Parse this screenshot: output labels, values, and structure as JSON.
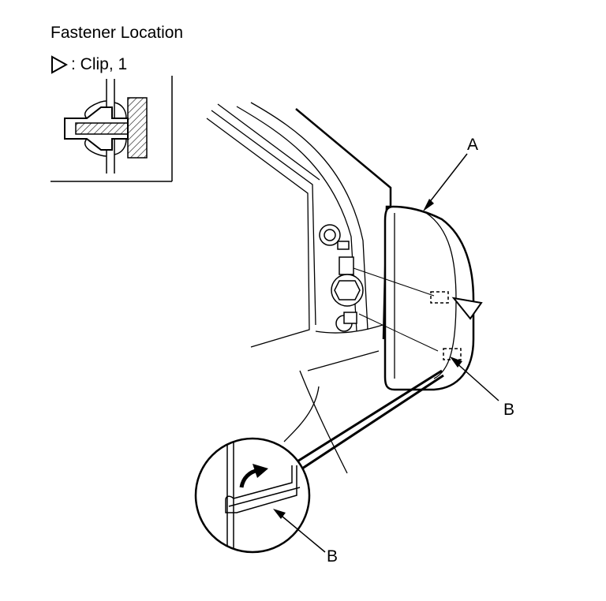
{
  "header": {
    "title": "Fastener Location",
    "legend_text": ": Clip, 1",
    "legend_icon": "triangle-outline-icon"
  },
  "callouts": {
    "a": "A",
    "b_right": "B",
    "b_bottom": "B"
  },
  "colors": {
    "line": "#000000",
    "background": "#ffffff"
  }
}
